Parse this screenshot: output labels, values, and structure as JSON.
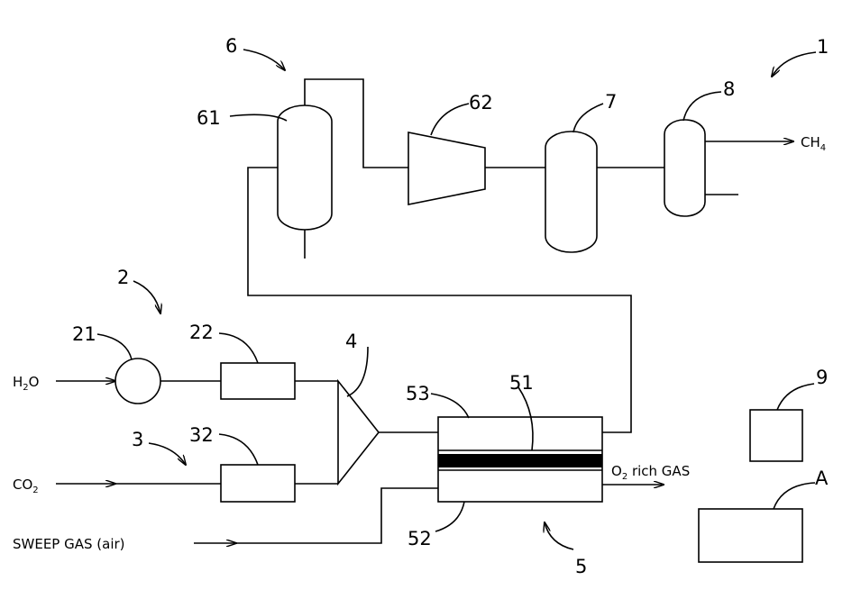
{
  "reference_numerals": {
    "system": "1",
    "water_supply": "2",
    "co2_supply": "3",
    "mixer": "4",
    "electrolysis_cell": "5",
    "separation_unit": "6",
    "gas_liquid_separator": "61",
    "compressor": "62",
    "reactor": "7",
    "separator": "8",
    "pump": "21",
    "water_heater": "22",
    "co2_heater": "32",
    "cathode_chamber": "53",
    "membrane": "51",
    "anode_chamber": "52",
    "controller": "9",
    "unit_a": "A"
  },
  "labels": {
    "h2o_base": "H",
    "h2o_sub": "2",
    "h2o_tail": "O",
    "co2_base": "CO",
    "co2_sub": "2",
    "ch4_base": "CH",
    "ch4_sub": "4",
    "o2_base": "O",
    "o2_sub": "2",
    "o2_tail": " rich GAS",
    "sweep_gas": "SWEEP GAS (air)"
  },
  "colors": {
    "line": "#000000",
    "background": "#ffffff",
    "membrane_fill": "#000000"
  }
}
